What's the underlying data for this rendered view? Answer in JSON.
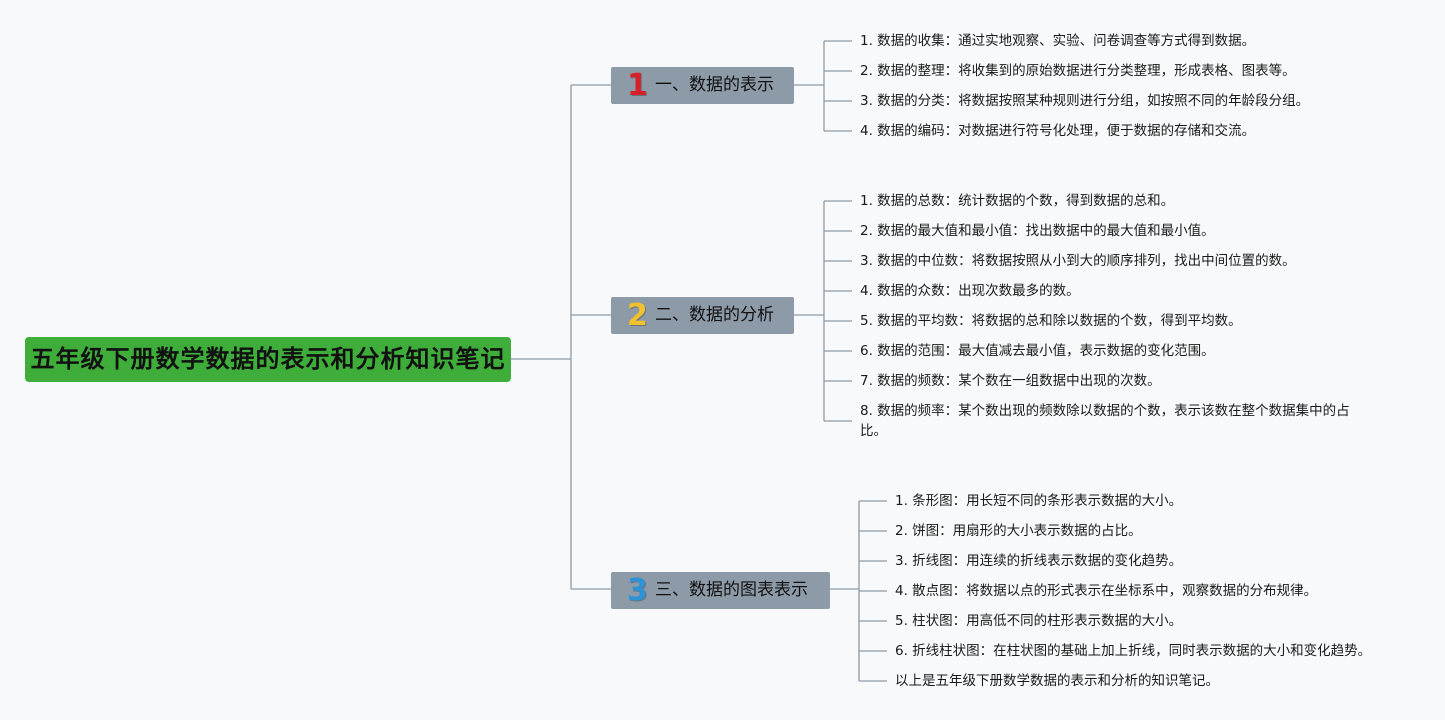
{
  "root": {
    "title": "五年级下册数学数据的表示和分析知识笔记"
  },
  "colors": {
    "root": "#3fad3a",
    "branch": "#8d9aa8",
    "num1": "#d6202a",
    "num2": "#f2c12e",
    "num3": "#2e93d6",
    "line": "#8c9aa8"
  },
  "branches": [
    {
      "num": "1",
      "label": "一、数据的表示",
      "items": [
        "1. 数据的收集：通过实地观察、实验、问卷调查等方式得到数据。",
        "2. 数据的整理：将收集到的原始数据进行分类整理，形成表格、图表等。",
        "3. 数据的分类：将数据按照某种规则进行分组，如按照不同的年龄段分组。",
        "4. 数据的编码：对数据进行符号化处理，便于数据的存储和交流。"
      ]
    },
    {
      "num": "2",
      "label": "二、数据的分析",
      "items": [
        "1. 数据的总数：统计数据的个数，得到数据的总和。",
        "2. 数据的最大值和最小值：找出数据中的最大值和最小值。",
        "3. 数据的中位数：将数据按照从小到大的顺序排列，找出中间位置的数。",
        "4. 数据的众数：出现次数最多的数。",
        "5. 数据的平均数：将数据的总和除以数据的个数，得到平均数。",
        "6. 数据的范围：最大值减去最小值，表示数据的变化范围。",
        "7. 数据的频数：某个数在一组数据中出现的次数。",
        "8. 数据的频率：某个数出现的频数除以数据的个数，表示该数在整个数据集中的占比。"
      ]
    },
    {
      "num": "3",
      "label": "三、数据的图表表示",
      "items": [
        "1. 条形图：用长短不同的条形表示数据的大小。",
        "2. 饼图：用扇形的大小表示数据的占比。",
        "3. 折线图：用连续的折线表示数据的变化趋势。",
        "4. 散点图：将数据以点的形式表示在坐标系中，观察数据的分布规律。",
        "5. 柱状图：用高低不同的柱形表示数据的大小。",
        "6. 折线柱状图：在柱状图的基础上加上折线，同时表示数据的大小和变化趋势。",
        "以上是五年级下册数学数据的表示和分析的知识笔记。"
      ]
    }
  ]
}
